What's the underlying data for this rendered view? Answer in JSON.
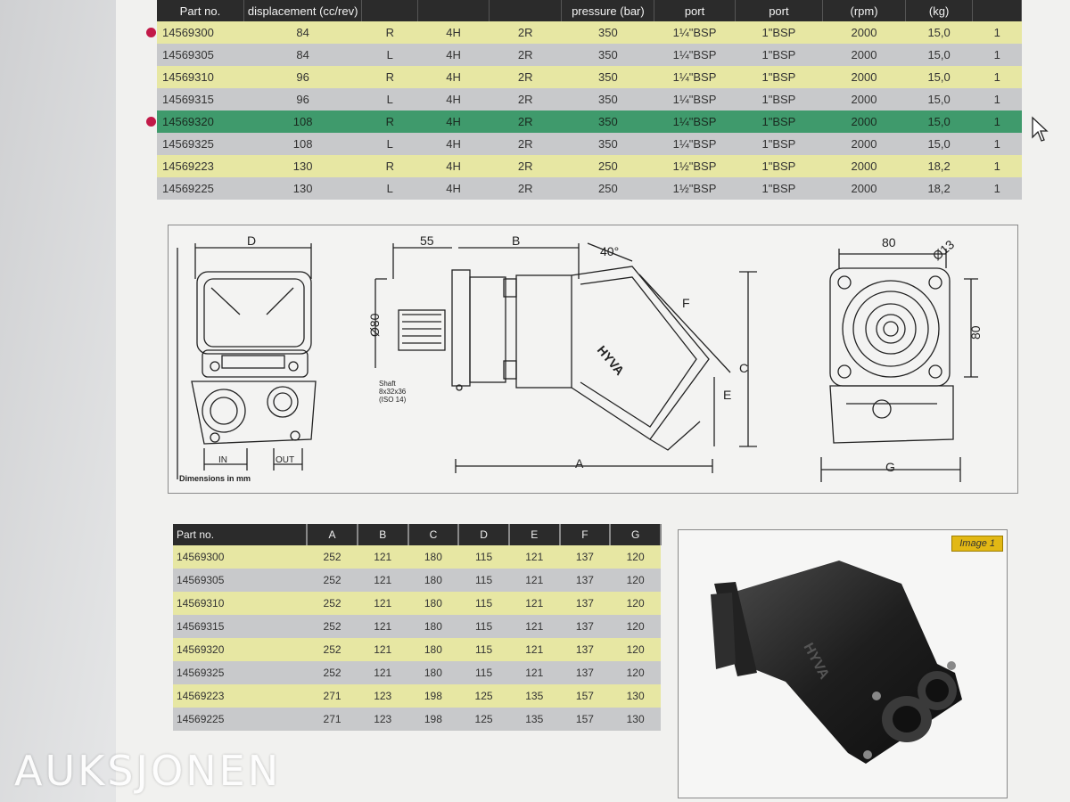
{
  "spec_table": {
    "headers": [
      "Part no.",
      "displacement (cc/rev)",
      "",
      "",
      "",
      "pressure (bar)",
      "port",
      "port",
      "(rpm)",
      "(kg)",
      ""
    ],
    "rows": [
      {
        "part": "14569300",
        "disp": "84",
        "rot": "R",
        "a": "4H",
        "b": "2R",
        "press": "350",
        "p1": "1¼\"BSP",
        "p2": "1\"BSP",
        "rpm": "2000",
        "kg": "15,0",
        "q": "1",
        "marked": true
      },
      {
        "part": "14569305",
        "disp": "84",
        "rot": "L",
        "a": "4H",
        "b": "2R",
        "press": "350",
        "p1": "1¼\"BSP",
        "p2": "1\"BSP",
        "rpm": "2000",
        "kg": "15,0",
        "q": "1",
        "marked": false
      },
      {
        "part": "14569310",
        "disp": "96",
        "rot": "R",
        "a": "4H",
        "b": "2R",
        "press": "350",
        "p1": "1¼\"BSP",
        "p2": "1\"BSP",
        "rpm": "2000",
        "kg": "15,0",
        "q": "1",
        "marked": false
      },
      {
        "part": "14569315",
        "disp": "96",
        "rot": "L",
        "a": "4H",
        "b": "2R",
        "press": "350",
        "p1": "1¼\"BSP",
        "p2": "1\"BSP",
        "rpm": "2000",
        "kg": "15,0",
        "q": "1",
        "marked": false
      },
      {
        "part": "14569320",
        "disp": "108",
        "rot": "R",
        "a": "4H",
        "b": "2R",
        "press": "350",
        "p1": "1¼\"BSP",
        "p2": "1\"BSP",
        "rpm": "2000",
        "kg": "15,0",
        "q": "1",
        "marked": true
      },
      {
        "part": "14569325",
        "disp": "108",
        "rot": "L",
        "a": "4H",
        "b": "2R",
        "press": "350",
        "p1": "1¼\"BSP",
        "p2": "1\"BSP",
        "rpm": "2000",
        "kg": "15,0",
        "q": "1",
        "marked": false
      },
      {
        "part": "14569223",
        "disp": "130",
        "rot": "R",
        "a": "4H",
        "b": "2R",
        "press": "250",
        "p1": "1½\"BSP",
        "p2": "1\"BSP",
        "rpm": "2000",
        "kg": "18,2",
        "q": "1",
        "marked": false
      },
      {
        "part": "14569225",
        "disp": "130",
        "rot": "L",
        "a": "4H",
        "b": "2R",
        "press": "250",
        "p1": "1½\"BSP",
        "p2": "1\"BSP",
        "rpm": "2000",
        "kg": "18,2",
        "q": "1",
        "marked": false
      }
    ]
  },
  "drawing": {
    "labels": {
      "D": "D",
      "B": "B",
      "C": "C",
      "A": "A",
      "E": "E",
      "F": "F",
      "G": "G",
      "d55": "55",
      "d80": "80",
      "d80v": "80",
      "angle": "40°",
      "dia80": "Ø80",
      "dia13": "Ø13",
      "in": "IN",
      "out": "OUT",
      "brand": "HYVA",
      "shaft1": "Shaft",
      "shaft2": "8x32x36",
      "shaft3": "(ISO 14)"
    },
    "footnote": "Dimensions in mm"
  },
  "dim_table": {
    "headers": [
      "Part no.",
      "A",
      "B",
      "C",
      "D",
      "E",
      "F",
      "G"
    ],
    "rows": [
      [
        "14569300",
        "252",
        "121",
        "180",
        "115",
        "121",
        "137",
        "120"
      ],
      [
        "14569305",
        "252",
        "121",
        "180",
        "115",
        "121",
        "137",
        "120"
      ],
      [
        "14569310",
        "252",
        "121",
        "180",
        "115",
        "121",
        "137",
        "120"
      ],
      [
        "14569315",
        "252",
        "121",
        "180",
        "115",
        "121",
        "137",
        "120"
      ],
      [
        "14569320",
        "252",
        "121",
        "180",
        "115",
        "121",
        "137",
        "120"
      ],
      [
        "14569325",
        "252",
        "121",
        "180",
        "115",
        "121",
        "137",
        "120"
      ],
      [
        "14569223",
        "271",
        "123",
        "198",
        "125",
        "135",
        "157",
        "130"
      ],
      [
        "14569225",
        "271",
        "123",
        "198",
        "125",
        "135",
        "157",
        "130"
      ]
    ]
  },
  "photo": {
    "badge": "Image 1",
    "brand": "HYVA"
  },
  "watermark": "AUKSJONEN",
  "colors": {
    "header": "#2b2b2b",
    "row_yellow": "#e7e7a3",
    "row_gray": "#c8c9cb",
    "row_highlight": "#3f9a6c",
    "marker": "#c21a48",
    "badge": "#e2b814"
  }
}
